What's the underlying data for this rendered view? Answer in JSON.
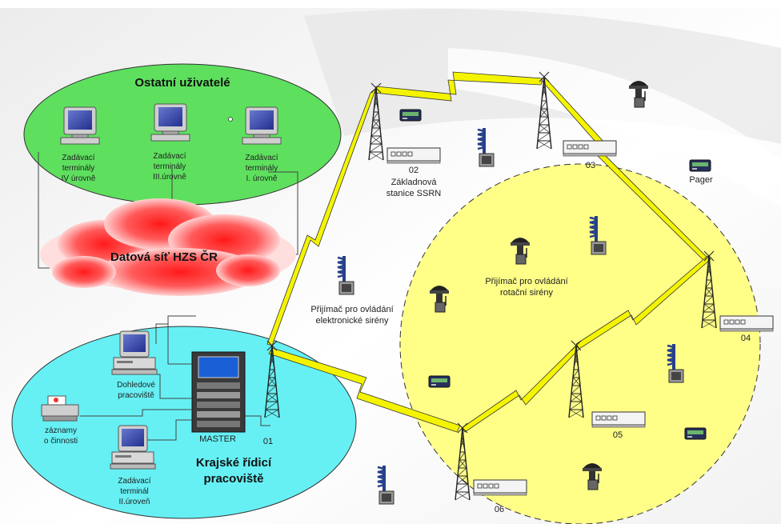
{
  "title_others": "Ostatní uživatelé",
  "terminal_iv": [
    "Zadávací",
    "terminály",
    "IV úrovně"
  ],
  "terminal_iii": [
    "Zadávací",
    "terminály",
    "III.úrovně"
  ],
  "terminal_i": [
    "Zadávací",
    "terminály",
    "I. úrovně"
  ],
  "network_cloud": "Datová síť HZS ČR",
  "base_station": {
    "num": "02",
    "line1": "Základnová",
    "line2": "stanice  SSRN"
  },
  "label_03": "03",
  "label_04": "04",
  "label_05": "05",
  "label_06": "06",
  "label_01": "01",
  "pager": "Pager",
  "receiver_electronic": [
    "Přijímač pro ovládání",
    "elektronické sirény"
  ],
  "receiver_rotary": [
    "Přijímač pro ovládání",
    "rotační sirény"
  ],
  "monitoring": [
    "Dohledové",
    "pracoviště"
  ],
  "activity_log": [
    "záznamy",
    "o činnosti"
  ],
  "terminal_ii": [
    "Zadávací",
    "terminál",
    "II.úroveň"
  ],
  "master": "MASTER",
  "regional_center": [
    "Krajské řídicí",
    "pracoviště"
  ],
  "colors": {
    "others_ellipse": "#5ee05e",
    "regional_ellipse": "#66f0f4",
    "coverage_ellipse": "#ffff88",
    "cloud_red": "#ff2a2a",
    "radio_link": "#f4f400"
  }
}
